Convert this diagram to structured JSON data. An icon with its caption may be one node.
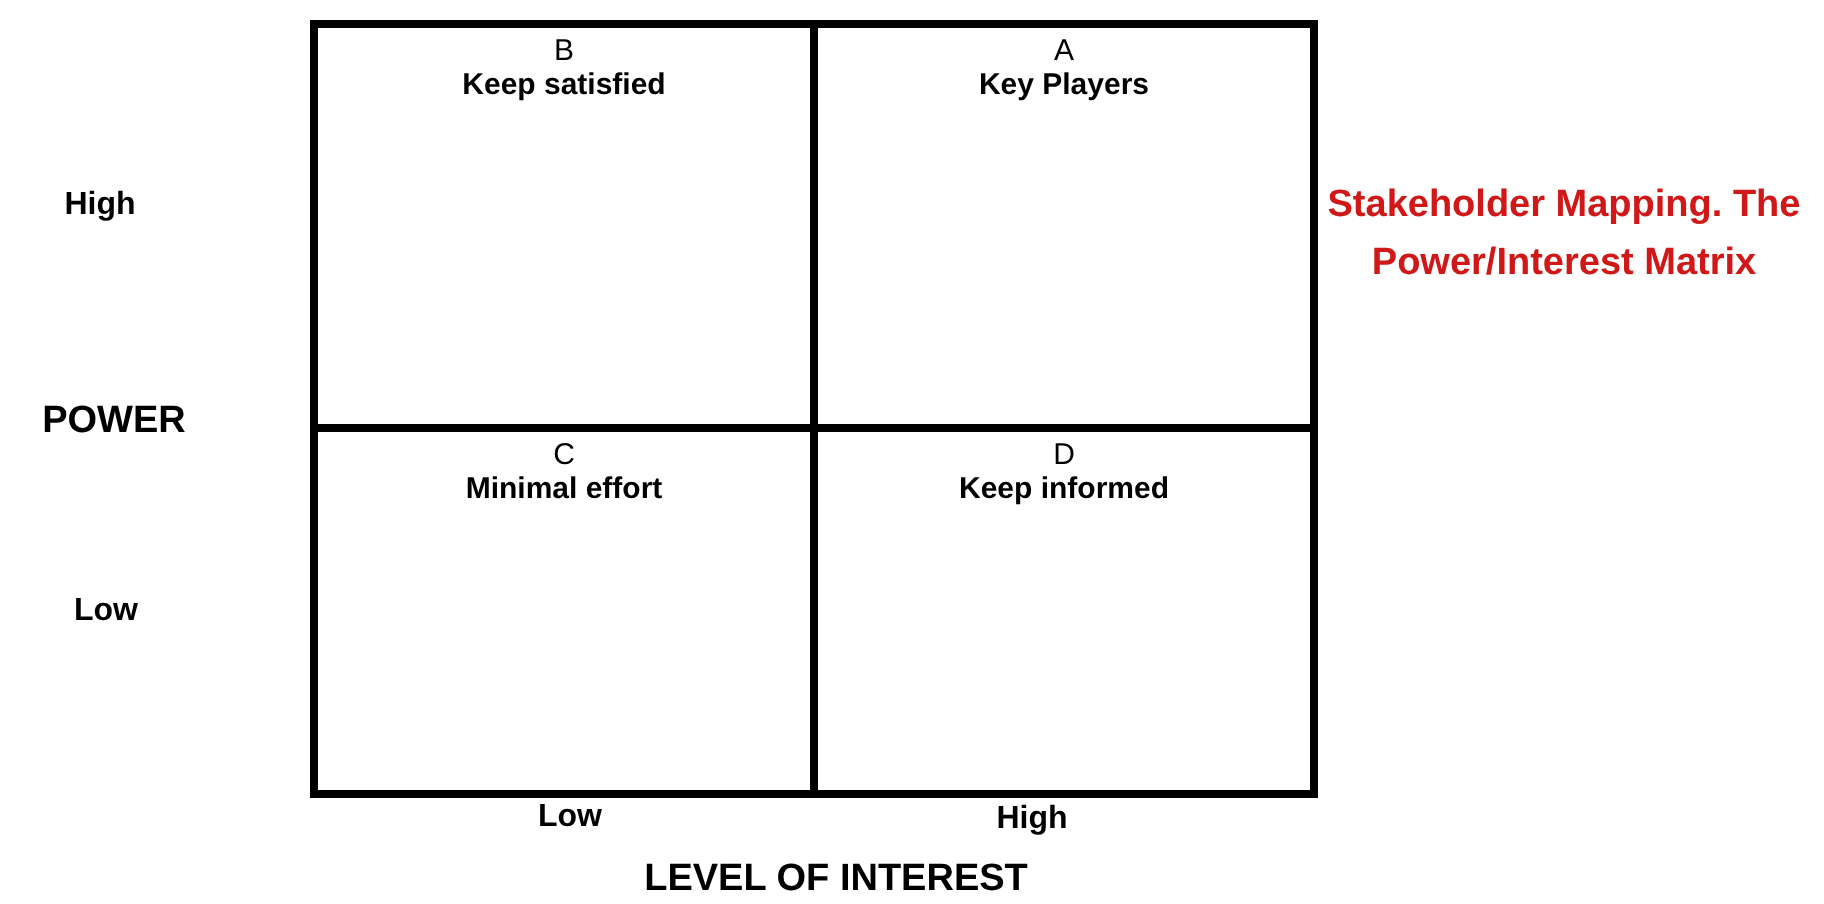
{
  "diagram": {
    "title": "Stakeholder Mapping. The Power/Interest Matrix",
    "nodes": [
      {
        "text": [
          "B",
          "Keep satisfied"
        ]
      },
      {
        "text": [
          "A",
          "Key Players"
        ]
      },
      {
        "text": [
          "C",
          "Minimal effort"
        ]
      },
      {
        "text": [
          "D",
          "Keep informed"
        ]
      }
    ],
    "edges": [],
    "labels": [
      "High",
      "POWER",
      "Low",
      "Low",
      "High",
      "LEVEL OF INTEREST"
    ]
  }
}
